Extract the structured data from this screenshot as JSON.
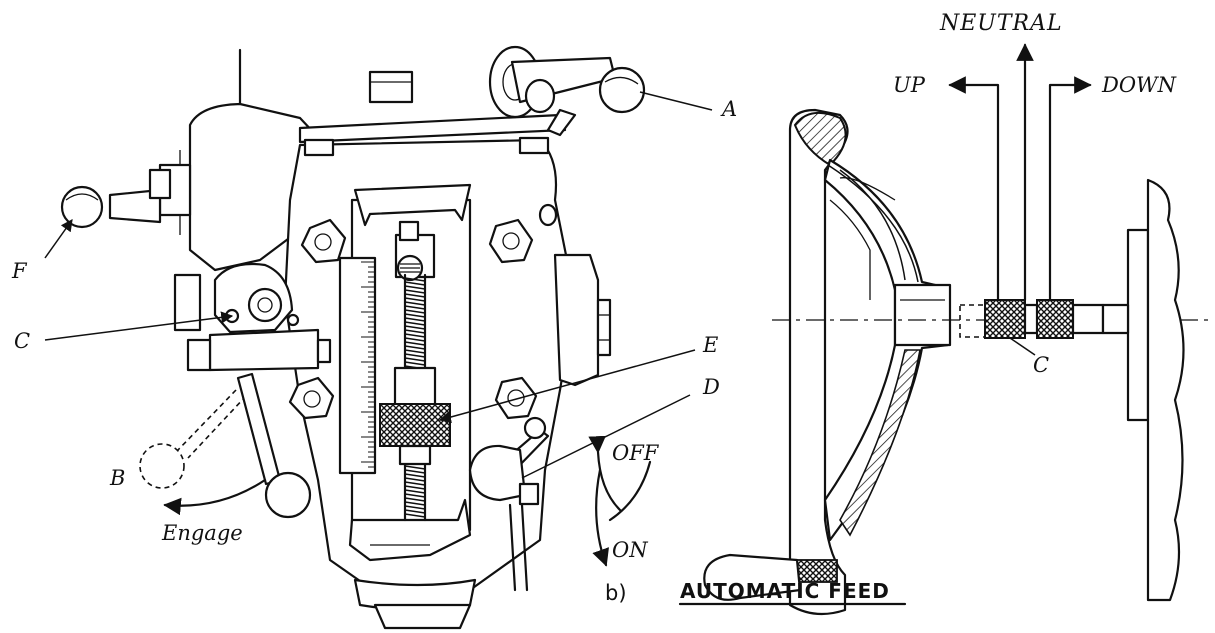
{
  "labels": {
    "a": "A",
    "b": "B",
    "c_left": "C",
    "c_right": "C",
    "d": "D",
    "e": "E",
    "f": "F",
    "engage": "Engage",
    "off": "OFF",
    "on": "ON",
    "neutral": "NEUTRAL",
    "up": "UP",
    "down": "DOWN"
  },
  "caption": {
    "prefix": "b)",
    "title": "AUTOMATIC FEED"
  }
}
